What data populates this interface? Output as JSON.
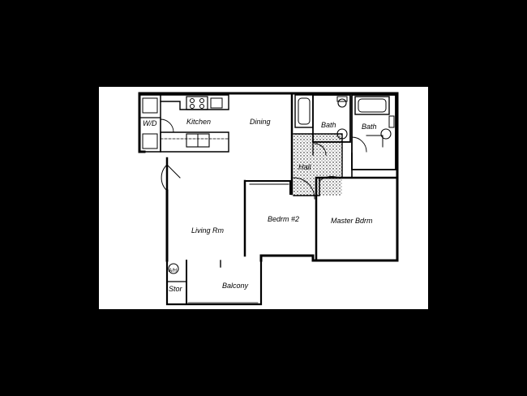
{
  "rooms": {
    "wd": "W/D",
    "kitchen": "Kitchen",
    "dining": "Dining",
    "bath1": "Bath",
    "bath2": "Bath",
    "hall": "Hall",
    "living": "Living Rm",
    "bedroom2": "Bedrm #2",
    "master": "Master Bdrm",
    "ah": "A/H",
    "stor": "Stor",
    "balcony": "Balcony"
  },
  "colors": {
    "background": "#000000",
    "paper": "#ffffff",
    "ink": "#000000"
  }
}
